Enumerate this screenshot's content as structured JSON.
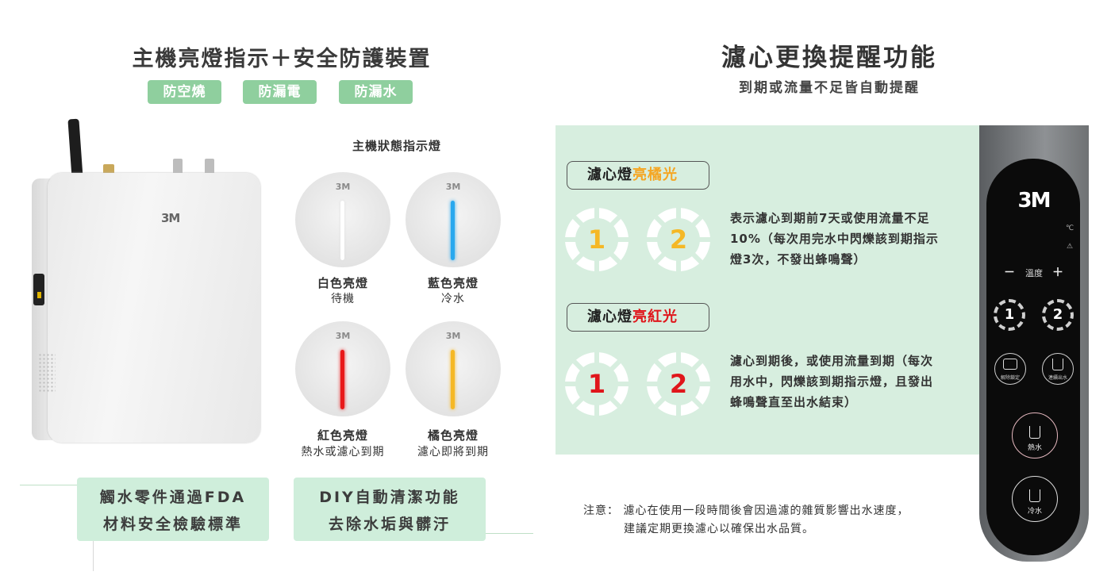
{
  "left": {
    "title": "主機亮燈指示＋安全防護裝置",
    "pills": [
      "防空燒",
      "防漏電",
      "防漏水"
    ],
    "device_logo": "3M",
    "indicator_title": "主機狀態指示燈",
    "indicators": [
      {
        "logo": "3M",
        "label": "白色亮燈",
        "sub": "待機",
        "color": "#ffffff"
      },
      {
        "logo": "3M",
        "label": "藍色亮燈",
        "sub": "冷水",
        "color": "#29a8ee"
      },
      {
        "logo": "3M",
        "label": "紅色亮燈",
        "sub": "熱水或濾心到期",
        "color": "#e8191a"
      },
      {
        "logo": "3M",
        "label": "橘色亮燈",
        "sub": "濾心即將到期",
        "color": "#f5b826"
      }
    ],
    "features": [
      {
        "line1": "觸水零件通過FDA",
        "line2": "材料安全檢驗標準"
      },
      {
        "line1": "DIY自動清潔功能",
        "line2": "去除水垢與髒汙"
      }
    ]
  },
  "right": {
    "title": "濾心更換提醒功能",
    "subtitle": "到期或流量不足皆自動提醒",
    "orange_tag": {
      "prefix": "濾心燈",
      "highlight": "亮橘光",
      "color": "#f5a623"
    },
    "orange_desc": [
      "表示濾心到期前7天或使用流量不足",
      "10%（每次用完水中閃爍該到期指示",
      "燈3次，不發出蜂鳴聲）"
    ],
    "red_tag": {
      "prefix": "濾心燈",
      "highlight": "亮紅光",
      "color": "#e0161b"
    },
    "red_desc": [
      "濾心到期後，或使用流量到期（每次",
      "用水中，閃爍該到期指示燈，且發出",
      "蜂鳴聲直至出水結束）"
    ],
    "dials": [
      "1",
      "2"
    ],
    "note_label": "注意：",
    "note_lines": [
      "濾心在使用一段時間後會因過濾的雜質影響出水速度，",
      "建議定期更換濾心以確保出水品質。"
    ]
  },
  "faucet": {
    "logo": "3M",
    "celsius": "℃",
    "warn": "⚠",
    "minus": "－",
    "temp": "溫度",
    "plus": "＋",
    "dials": [
      "1",
      "2"
    ],
    "unlock": "解除鎖定",
    "continuous": "連續出水",
    "hot": "熱水",
    "cold": "冷水"
  }
}
